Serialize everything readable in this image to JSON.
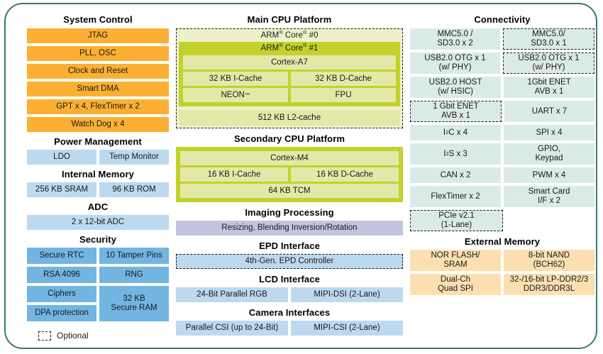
{
  "legend": {
    "label": "Optional",
    "icon": "dashed-box-icon"
  },
  "colors": {
    "border": "#3d7873",
    "orange": "#fbb033",
    "light_blue": "#bcd9ef",
    "medium_blue": "#72b5e2",
    "teal": "#daeae7",
    "peach": "#fbdfb0",
    "lavender": "#c2c4e0",
    "olive": "#c3d22a",
    "pale_olive": "#e2e9a8"
  },
  "left": {
    "system_control": {
      "title": "System Control",
      "items": [
        "JTAG",
        "PLL, OSC",
        "Clock and Reset",
        "Smart DMA",
        "GPT x 4, FlexTimer x 2",
        "Watch Dog x 4"
      ]
    },
    "power_management": {
      "title": "Power Management",
      "items": [
        "LDO",
        "Temp Monitor"
      ]
    },
    "internal_memory": {
      "title": "Internal Memory",
      "items": [
        "256 KB SRAM",
        "96 KB ROM"
      ]
    },
    "adc": {
      "title": "ADC",
      "items": [
        "2 x 12-bit ADC"
      ]
    },
    "security": {
      "title": "Security",
      "left_items": [
        "Secure RTC",
        "RSA 4096",
        "Ciphers",
        "DPA protection"
      ],
      "right_items": [
        "10 Tamper Pins",
        "RNG"
      ],
      "secure_ram": "32 KB\nSecure RAM"
    }
  },
  "middle": {
    "main_cpu": {
      "title": "Main CPU Platform",
      "core0_label": "ARM® Core® #0",
      "core0_optional": true,
      "core1_label": "ARM® Core® #1",
      "cortex": "Cortex-A7",
      "caches": [
        "32 KB I-Cache",
        "32 KB D-Cache"
      ],
      "units": [
        "NEON™",
        "FPU"
      ],
      "l2": "512 KB L2-cache"
    },
    "secondary_cpu": {
      "title": "Secondary CPU Platform",
      "cortex": "Cortex-M4",
      "caches": [
        "16 KB I-Cache",
        "16 KB D-Cache"
      ],
      "tcm": "64 KB TCM"
    },
    "imaging": {
      "title": "Imaging Processing",
      "item": "Resizing, Blending Inversion/Rotation"
    },
    "epd": {
      "title": "EPD Interface",
      "item": "4th-Gen. EPD Controller",
      "optional": true
    },
    "lcd": {
      "title": "LCD Interface",
      "items": [
        "24-Bit Parallel RGB",
        "MIPI-DSI (2-Lane)"
      ]
    },
    "camera": {
      "title": "Camera Interfaces",
      "items": [
        "Parallel CSI (up to 24-Bit)",
        "MIPI-CSI (2-Lane)"
      ]
    }
  },
  "right": {
    "connectivity": {
      "title": "Connectivity",
      "rows": [
        {
          "left": "MMC5.0 /\nSD3.0 x 2",
          "left_optional": false,
          "right": "MMC5.0/\nSD3.0 x 1",
          "right_optional": true
        },
        {
          "left": "USB2.0 OTG x 1\n(w/ PHY)",
          "left_optional": false,
          "right": "USB2.0 OTG x 1\n(w/ PHY)",
          "right_optional": true
        },
        {
          "left": "USB2.0 HOST\n(w/ HSIC)",
          "left_optional": false,
          "right": "1Gbit ENET\nAVB x 1",
          "right_optional": false
        },
        {
          "left": "1 Gbit ENET\nAVB x 1",
          "left_optional": true,
          "right": "UART x 7",
          "right_optional": false
        },
        {
          "left": "I²C x 4",
          "left_optional": false,
          "right": "SPI x 4",
          "right_optional": false
        },
        {
          "left": "I²S x 3",
          "left_optional": false,
          "right": "GPIO,\nKeypad",
          "right_optional": false
        },
        {
          "left": "CAN x 2",
          "left_optional": false,
          "right": "PWM x 4",
          "right_optional": false
        },
        {
          "left": "FlexTimer x 2",
          "left_optional": false,
          "right": "Smart Card\nI/F x 2",
          "right_optional": false
        },
        {
          "left": "PCIe v2.1\n(1-Lane)",
          "left_optional": true,
          "right": "",
          "right_optional": false
        }
      ]
    },
    "external_memory": {
      "title": "External Memory",
      "rows": [
        {
          "left": "NOR FLASH/\nSRAM",
          "right": "8-bit NAND\n(BCH62)"
        },
        {
          "left": "Dual-Ch\nQuad SPI",
          "right": "32-/16-bit LP-DDR2/3\nDDR3/DDR3L"
        }
      ]
    }
  }
}
